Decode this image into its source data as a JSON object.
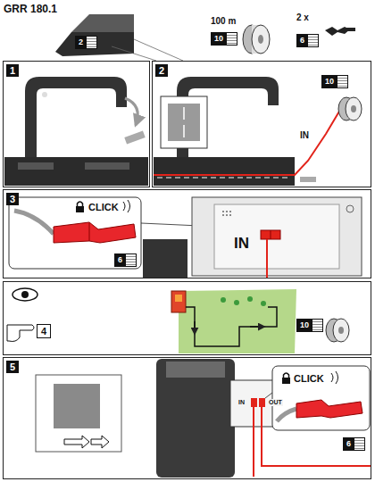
{
  "diagram": {
    "nodes": [
      {
        "text": [
          "1"
        ]
      },
      {
        "text": [
          "2"
        ]
      },
      {
        "text": [
          "3"
        ]
      },
      {
        "text": [
          "4"
        ]
      },
      {
        "text": [
          "5"
        ]
      }
    ],
    "labels": [
      "GRR 180.1",
      "2",
      "100 m",
      "10",
      "2 x",
      "6",
      "10",
      "IN",
      "CLICK",
      "6",
      "IN",
      "10",
      "IN",
      "OUT",
      "CLICK",
      "6"
    ]
  }
}
